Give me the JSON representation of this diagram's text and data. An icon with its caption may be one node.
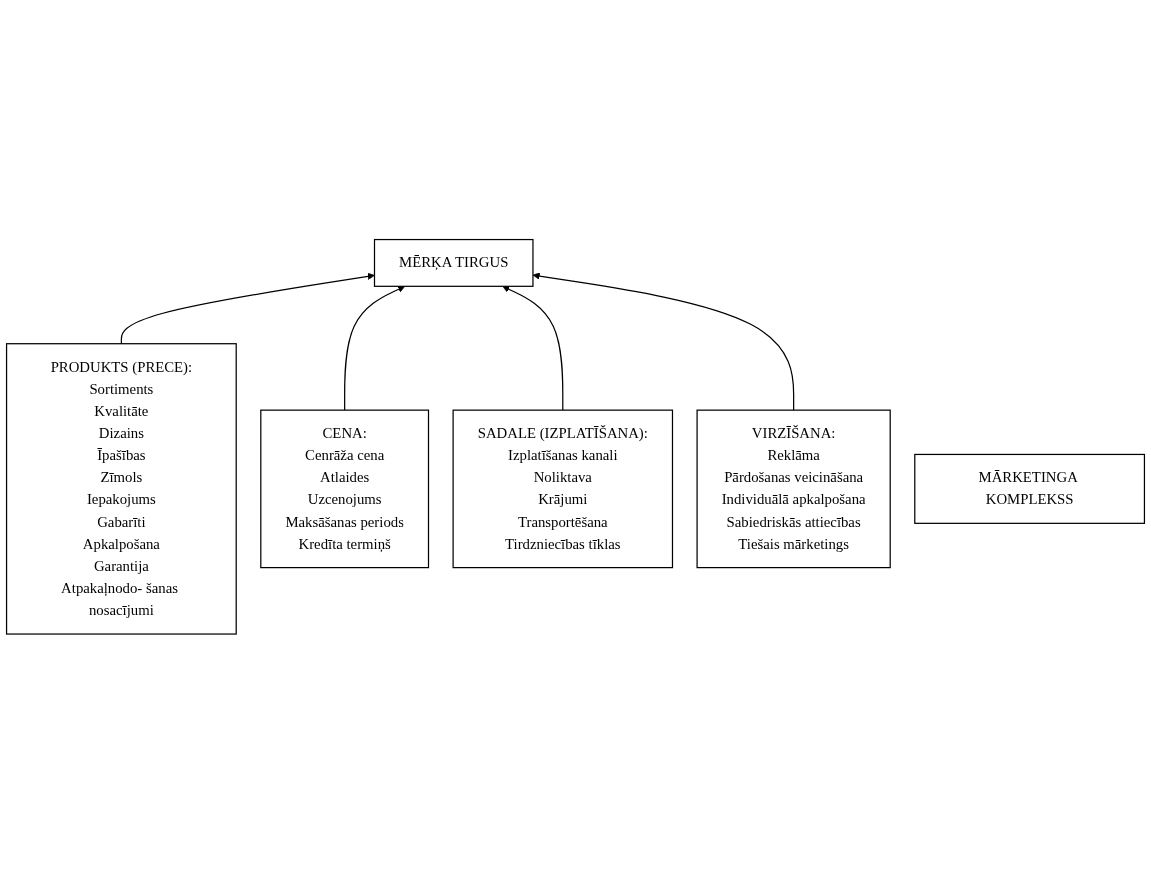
{
  "diagram": {
    "nodes": [
      {
        "text": [
          "MĒRĶA TIRGUS"
        ]
      },
      {
        "text": [
          "PRODUKTS (PRECE):",
          "Sortiments",
          "Kvalitāte",
          "Dizains",
          "Īpašības",
          "Zīmols",
          "Iepakojums",
          "Gabarīti",
          "Apkalpošana",
          "Garantija",
          "Atpakaļnodo- šanas nosacījumi"
        ]
      },
      {
        "text": [
          "CENA:",
          "Cenrāža cena",
          "Atlaides",
          "Uzcenojums",
          "Maksāšanas periods",
          "Kredīta termiņš"
        ]
      },
      {
        "text": [
          "SADALE (IZPLATĪŠANA):",
          "Izplatīšanas kanali",
          "Noliktava",
          "Krājumi",
          "Transportēšana",
          "Tirdzniecības tīklas"
        ]
      },
      {
        "text": [
          "VIRZĪŠANA:",
          "Reklāma",
          "Pārdošanas veicināšana",
          "Individuālā apkalpošana",
          "Sabiedriskās attiecības",
          "Tiešais mārketings"
        ]
      },
      {
        "text": [
          "MĀRKETINGA KOMPLEKSS"
        ]
      }
    ],
    "edges": [
      {
        "from": 1,
        "to": 0,
        "arrow": "to"
      },
      {
        "from": 2,
        "to": 0,
        "arrow": "to"
      },
      {
        "from": 3,
        "to": 0,
        "arrow": "to"
      },
      {
        "from": 4,
        "to": 0,
        "arrow": "to"
      }
    ]
  }
}
